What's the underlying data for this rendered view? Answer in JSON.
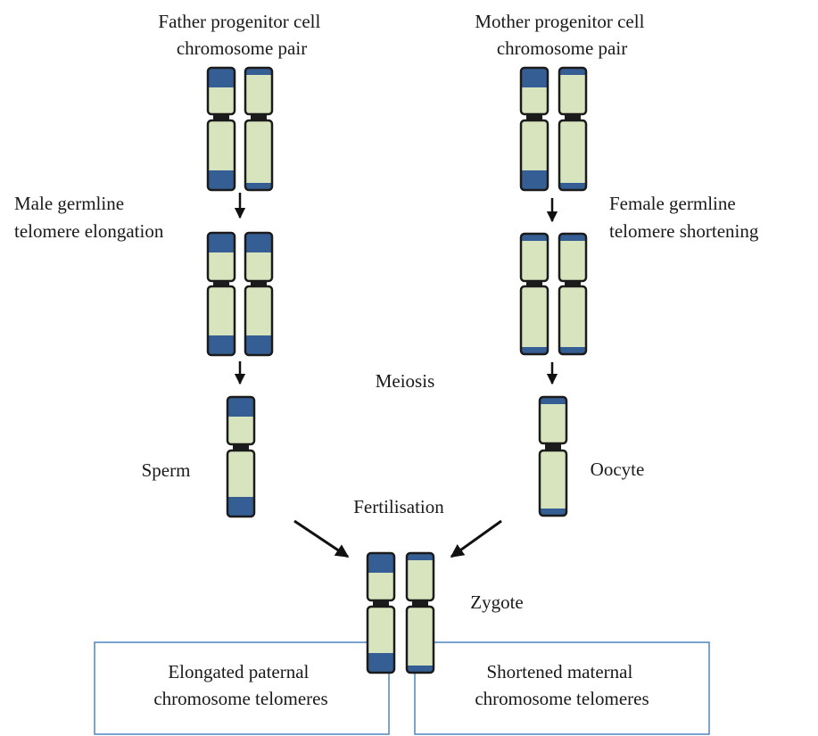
{
  "father_title": [
    "Father progenitor cell",
    "chromosome pair"
  ],
  "mother_title": [
    "Mother progenitor cell",
    "chromosome pair"
  ],
  "male_label": [
    "Male germline",
    "telomere elongation"
  ],
  "female_label": [
    "Female germline",
    "telomere shortening"
  ],
  "meiosis": "Meiosis",
  "sperm": "Sperm",
  "oocyte": "Oocyte",
  "fertilisation": "Fertilisation",
  "zygote": "Zygote",
  "paternal_box": [
    "Elongated paternal",
    "chromosome telomeres"
  ],
  "maternal_box": [
    "Shortened maternal",
    "chromosome telomeres"
  ],
  "colors": {
    "chromatid_fill": "#d8e4bd",
    "telomere_fill": "#355f94",
    "outline": "#1b1b1b",
    "box_border": "#4f86c0"
  }
}
